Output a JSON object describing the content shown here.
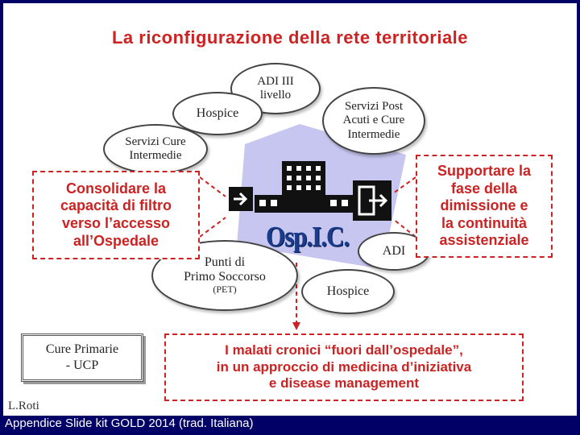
{
  "title": "La riconfigurazione della rete territoriale",
  "nodes": {
    "adi_iii": [
      "ADI III",
      "livello"
    ],
    "hospice_top": "Hospice",
    "servizi_post": [
      "Servizi Post",
      "Acuti e Cure",
      "Intermedie"
    ],
    "servizi_cure": [
      "Servizi Cure",
      "Intermedie"
    ],
    "adi": "ADI",
    "punti": [
      "Punti di",
      "Primo Soccorso"
    ],
    "punti_sub": "(PET)",
    "hospice_bottom": "Hospice"
  },
  "hospital_label": "Osp.I.C.",
  "callouts": {
    "left": [
      "Consolidare la",
      "capacità di filtro",
      "verso l’accesso",
      "all’Ospedale"
    ],
    "right": [
      "Supportare la",
      "fase della",
      "dimissione e",
      "la continuità",
      "assistenziale"
    ],
    "bottom": [
      "I malati cronici “fuori dall’ospedale”,",
      "in un approccio di medicina d’iniziativa",
      "e disease management"
    ]
  },
  "cure_primarie": [
    "Cure Primarie",
    "- UCP"
  ],
  "author": "L.Roti",
  "footer": "Appendice Slide kit GOLD 2014 (trad. Italiana)",
  "colors": {
    "accent_red": "#cc2222",
    "hospital_blue": "#1a3c8c",
    "frame_navy": "#000066",
    "diamond": "#b8b8ee"
  }
}
